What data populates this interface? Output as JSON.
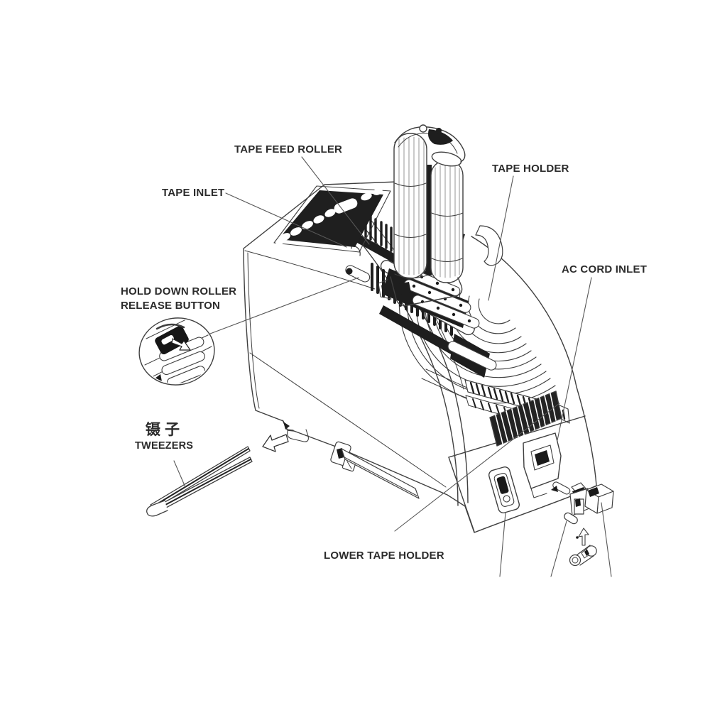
{
  "diagram": {
    "labels": {
      "tape_feed_roller": "TAPE FEED ROLLER",
      "tape_inlet": "TAPE INLET",
      "tape_holder": "TAPE HOLDER",
      "ac_cord_inlet": "AC CORD INLET",
      "hold_down_roller_line1": "HOLD DOWN ROLLER",
      "hold_down_roller_line2": "RELEASE BUTTON",
      "tweezers_zh": "镊子",
      "tweezers_en": "TWEEZERS",
      "lower_tape_holder": "LOWER TAPE HOLDER"
    },
    "colors": {
      "background": "#ffffff",
      "line_art": "#3f3f3f",
      "dark_fill": "#1e1e1e",
      "leader_line": "#575757",
      "label_text": "#2b2b2b"
    }
  }
}
